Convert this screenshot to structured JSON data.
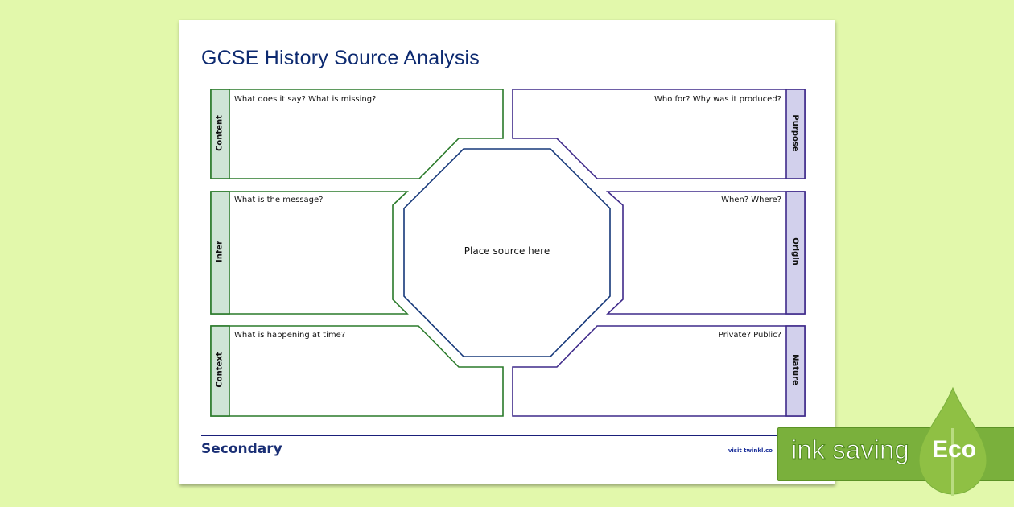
{
  "title": "GCSE History Source Analysis",
  "center_label": "Place source here",
  "sections": [
    {
      "tab": "Content",
      "question": "What does it say? What is missing?"
    },
    {
      "tab": "Infer",
      "question": "What is the message?"
    },
    {
      "tab": "Context",
      "question": "What is happening at time?"
    },
    {
      "tab": "Purpose",
      "question": "Who for? Why was it produced?"
    },
    {
      "tab": "Origin",
      "question": "When? Where?"
    },
    {
      "tab": "Nature",
      "question": "Private? Public?"
    }
  ],
  "footer": {
    "level": "Secondary",
    "link": "visit twinkl.co"
  },
  "badge": {
    "text": "ink saving",
    "eco": "Eco",
    "icon": "leaf-drop-icon"
  },
  "colors": {
    "left": "#2a7a2a",
    "right": "#3f2a8a",
    "octagon": "#16387a",
    "left_tab": "#cfe4d6",
    "right_tab": "#d2d0ec",
    "badge": "#7ab03c",
    "background": "#e2f8ab"
  }
}
